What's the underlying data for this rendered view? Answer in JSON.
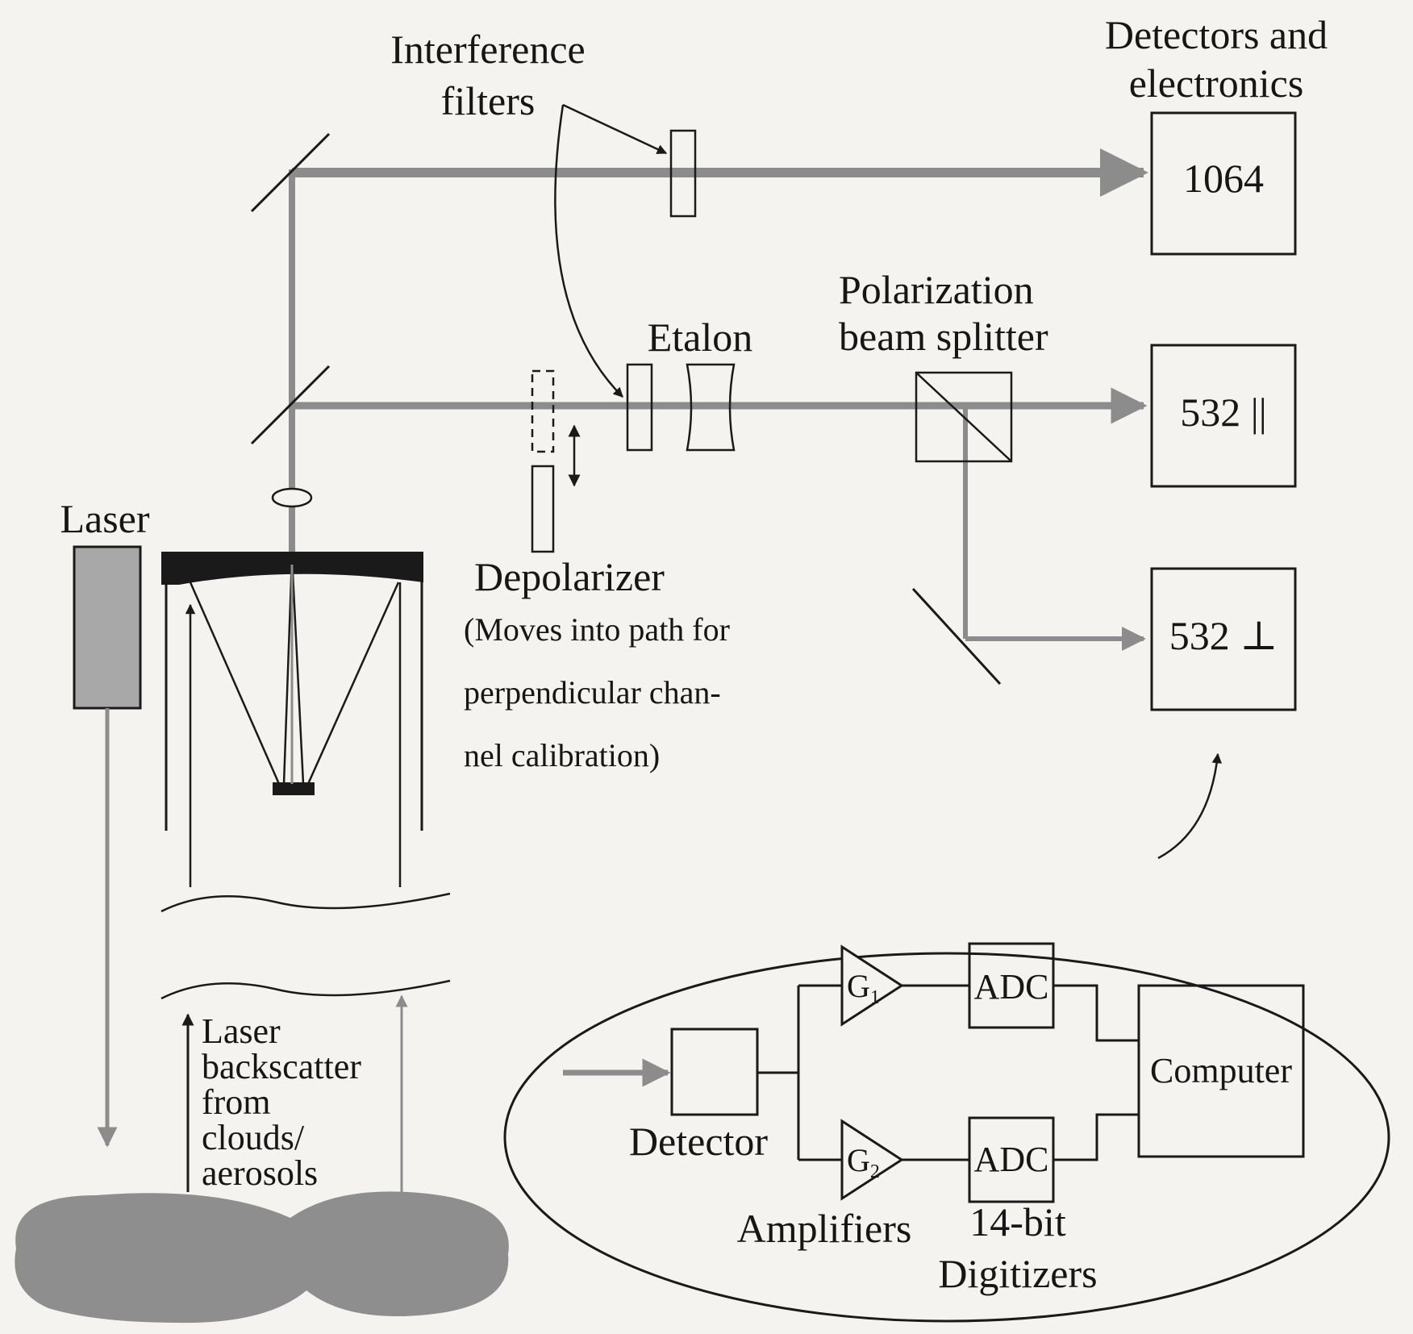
{
  "labels": {
    "interference_filters": [
      "Interference",
      "filters"
    ],
    "detectors_electronics": [
      "Detectors and",
      "electronics"
    ],
    "etalon": "Etalon",
    "polarization_beam_splitter": [
      "Polarization",
      "beam splitter"
    ],
    "laser": "Laser",
    "depolarizer": "Depolarizer",
    "depolarizer_note": [
      "(Moves into path for",
      "perpendicular chan-",
      "nel calibration)"
    ],
    "backscatter": [
      "Laser",
      "backscatter",
      "from",
      "clouds/",
      "aerosols"
    ],
    "detector": "Detector",
    "amplifiers": "Amplifiers",
    "digitizers": [
      "14-bit",
      "Digitizers"
    ],
    "computer": "Computer"
  },
  "channels": {
    "ch1064": "1064",
    "ch532_parallel": "532 ||",
    "ch532_perp": "532 ⊥"
  },
  "amplifiers": {
    "g1": "G",
    "g1_sub": "1",
    "g2": "G",
    "g2_sub": "2"
  },
  "adc": {
    "adc1": "ADC",
    "adc2": "ADC"
  },
  "colors": {
    "beam": "#8c8c8c",
    "laser_fill": "#a8a8a8",
    "cloud_fill": "#8e8e8e",
    "ink": "#1a1a1a"
  }
}
